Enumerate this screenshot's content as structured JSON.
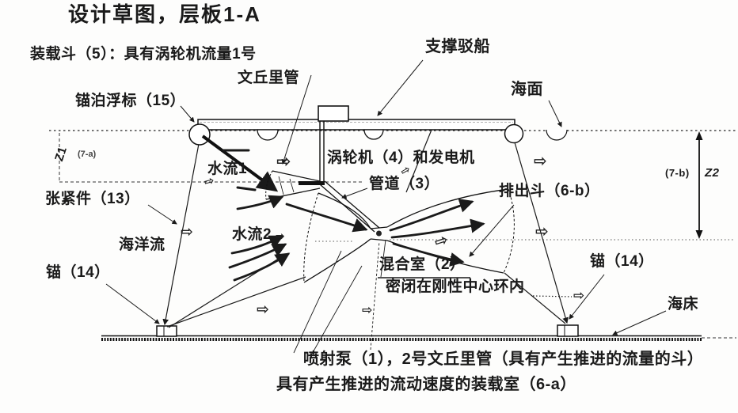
{
  "title": "设计草图，层板1-A",
  "labels": {
    "load_bucket_line1": "装载斗（5）：具有涡轮机流量1号",
    "load_bucket_line2": "文丘里管",
    "support_barge": "支撑驳船",
    "sea_surface": "海面",
    "mooring_buoy": "锚泊浮标（15）",
    "z1": "Z1",
    "z1_ref": "(7-a)",
    "z2": "Z2",
    "z2_ref": "(7-b)",
    "water_flow_1": "水流1",
    "turbine_generator": "涡轮机（4）和发电机",
    "pipe": "管道（3）",
    "discharge_bucket": "排出斗（6-b）",
    "tensioner": "张紧件（13）",
    "ocean_current": "海洋流",
    "water_flow_2": "水流2",
    "mixing_chamber": "混合室（2）",
    "sealed_ring": "密闭在刚性中心环内",
    "anchor_left": "锚（14）",
    "anchor_right": "锚（14）",
    "seabed": "海床",
    "jet_pump_line1": "喷射泵（1），2号文丘里管（具有产生推进的流量的斗）",
    "loading_chamber_line2": "具有产生推进的流动速度的装载室（6-a）"
  },
  "glyphs": {
    "flow_arrow": "⇨"
  },
  "colors": {
    "ink": "#1a1a1a",
    "paper": "#fdfdfc"
  }
}
